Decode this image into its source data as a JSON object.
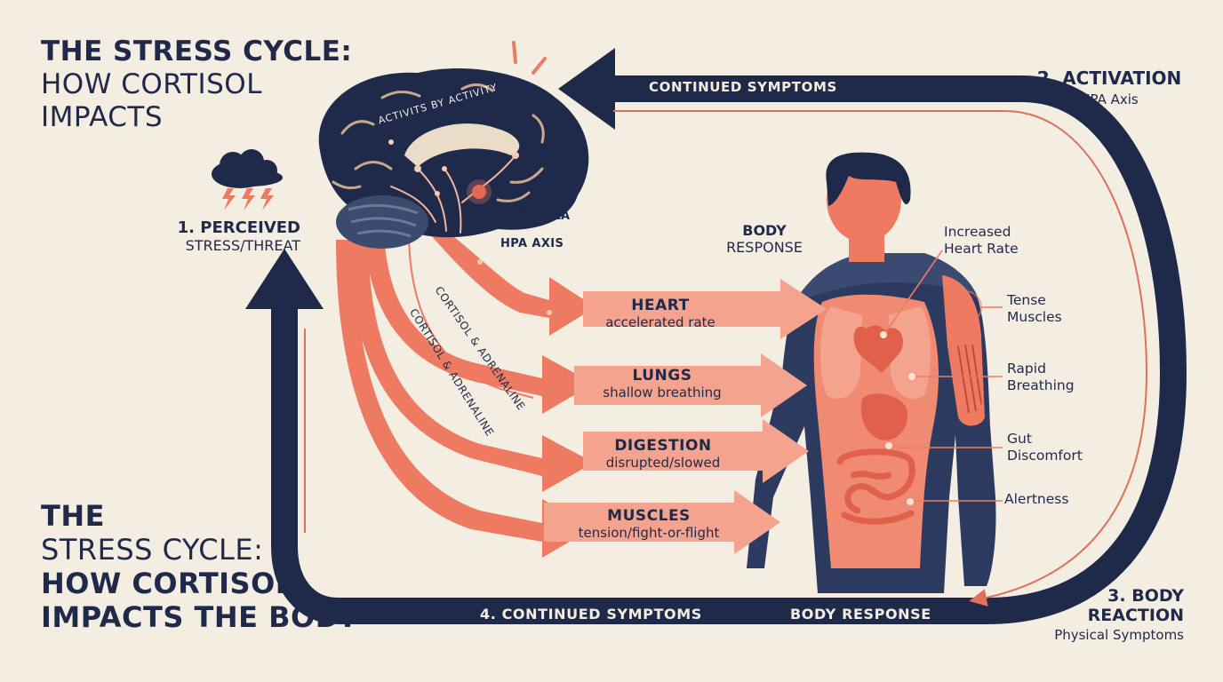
{
  "title_top": {
    "line1": "THE STRESS CYCLE:",
    "line2": "HOW CORTISOL",
    "line3": "IMPACTS"
  },
  "title_bottom": {
    "line1": "THE",
    "line2": "STRESS CYCLE:",
    "line3": "HOW CORTISOL",
    "line4": "IMPACTS THE BODY"
  },
  "step1": {
    "title": "1. PERCEIVED",
    "subtitle": "STRESS/THREAT"
  },
  "step2": {
    "title": "2. ACTIVATION",
    "subtitle": "HPA Axis"
  },
  "step3": {
    "title1": "3. BODY",
    "title2": "REACTION",
    "subtitle": "Physical Symptoms"
  },
  "step4": {
    "title": "4. CONTINUED SYMPTOMS"
  },
  "cycle": {
    "top_label": "CONTINUED SYMPTOMS",
    "bottom_right_label": "BODY RESPONSE"
  },
  "brain": {
    "arc_label": "ACTIVITS BY ACTIVITY",
    "amygdala": "AMYGDALA",
    "hpa_axis": "HPA AXIS"
  },
  "hormone_label": "CORTISOL & ADRENALINE",
  "body_response": {
    "line1": "BODY",
    "line2": "RESPONSE"
  },
  "organs": [
    {
      "name": "HEART",
      "effect": "accelerated rate"
    },
    {
      "name": "LUNGS",
      "effect": "shallow breathing"
    },
    {
      "name": "DIGESTION",
      "effect": "disrupted/slowed"
    },
    {
      "name": "MUSCLES",
      "effect": "tension/fight-or-flight"
    }
  ],
  "symptoms": [
    {
      "line1": "Increased",
      "line2": "Heart Rate"
    },
    {
      "line1": "Tense",
      "line2": "Muscles"
    },
    {
      "line1": "Rapid",
      "line2": "Breathing"
    },
    {
      "line1": "Gut",
      "line2": "Discomfort"
    },
    {
      "line1": "Alertness",
      "line2": ""
    }
  ],
  "colors": {
    "navy": "#1f2a4a",
    "coral": "#ee7a62",
    "light_coral": "#f4a48e",
    "background": "#f3ede2"
  }
}
